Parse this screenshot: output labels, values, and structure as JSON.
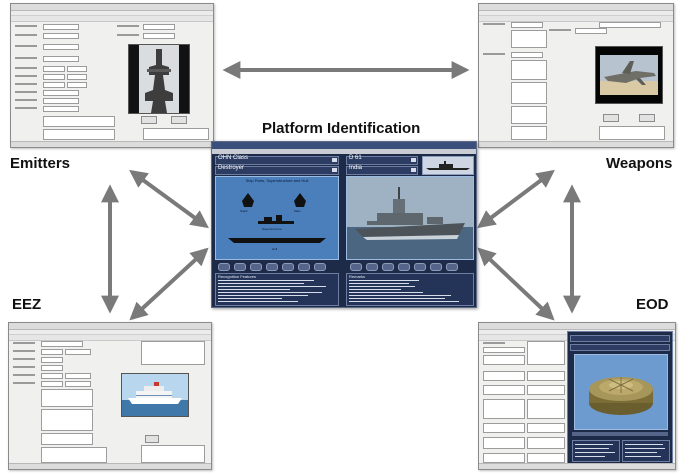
{
  "diagram": {
    "center_title": "Platform Identification",
    "nodes": {
      "top_left": "Emitters",
      "top_right": "Weapons",
      "bottom_left": "EEZ",
      "bottom_right": "EOD"
    }
  },
  "center_app": {
    "selects": [
      "OHN Class",
      "Destroyer"
    ],
    "hull_number": "D 61",
    "nation": "India",
    "schematic_title": "Ship Parts, Superstructure and Hull",
    "panel_labels": [
      "Stack",
      "Mast",
      "Superstructure",
      "Hull"
    ],
    "left_text_heading": "Recognition Features",
    "right_text_heading": "Remarks"
  },
  "colors": {
    "app_background": "#1d2b49",
    "panel_blue": "#4a7fbc",
    "arrow": "#7a7a7a",
    "window_grey": "#f0f0ee"
  },
  "icons": [
    "ship-silhouette-icon",
    "ship-photo",
    "aircraft-photo",
    "ferry-photo",
    "mine-render",
    "mast-photo"
  ]
}
